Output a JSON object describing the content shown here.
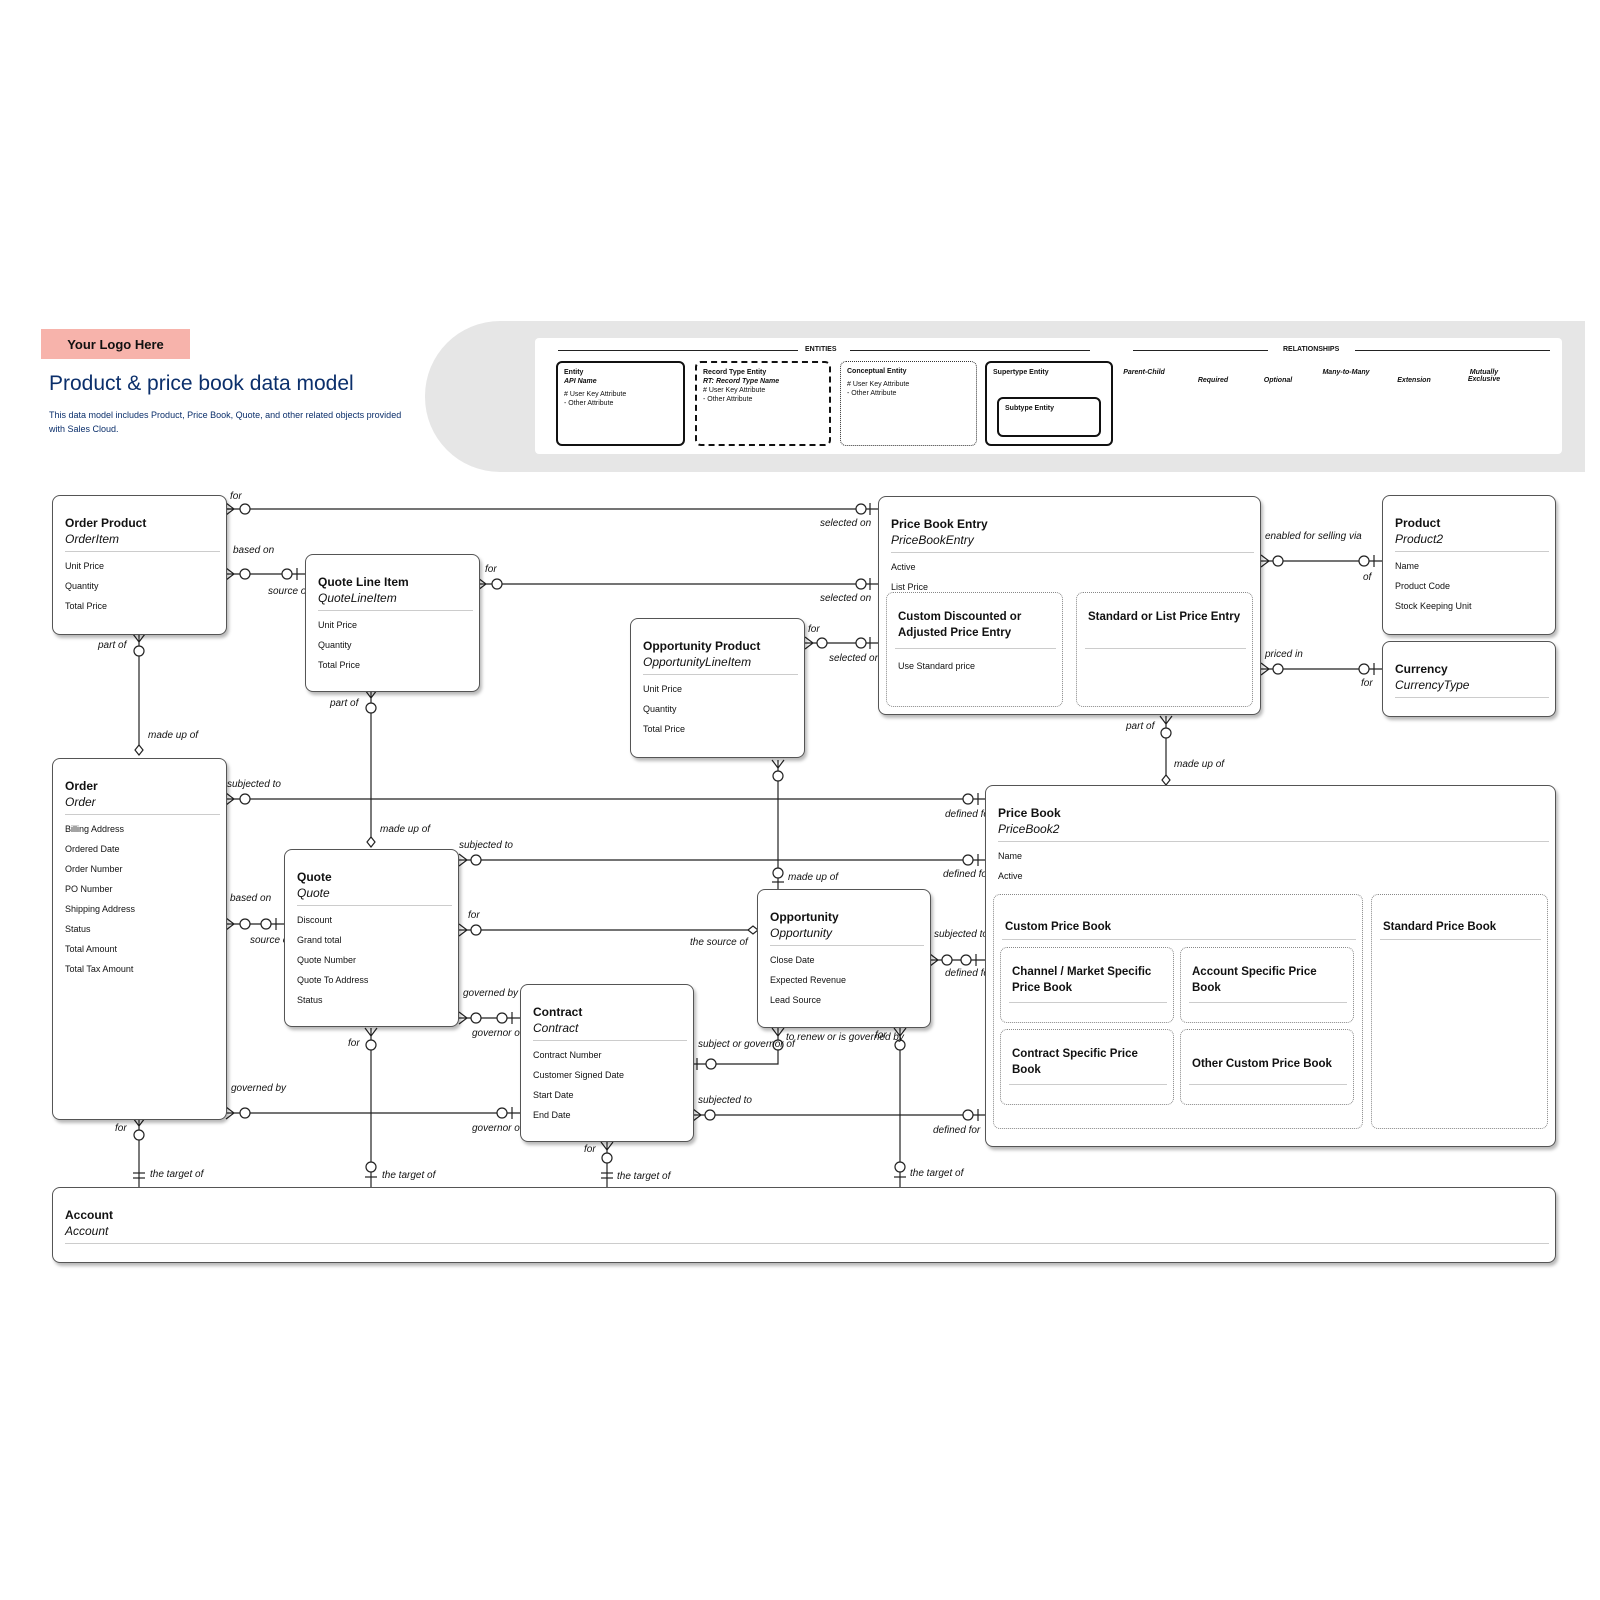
{
  "header": {
    "logo": "Your Logo Here",
    "title": "Product & price book data model",
    "subtitle": "This data model includes Product, Price Book, Quote, and other related objects provided with Sales Cloud."
  },
  "legend": {
    "entities_heading": "ENTITIES",
    "relationships_heading": "RELATIONSHIPS",
    "entity": {
      "name": "Entity",
      "api": "API Name",
      "key": "# User Key Attribute",
      "other": "- Other Attribute"
    },
    "record_type": {
      "name": "Record Type Entity",
      "api": "RT: Record Type Name",
      "key": "# User Key Attribute",
      "other": "- Other Attribute"
    },
    "conceptual": {
      "name": "Conceptual Entity",
      "key": "# User Key Attribute",
      "other": "- Other Attribute"
    },
    "supertype": {
      "name": "Supertype Entity",
      "subtype": "Subtype Entity"
    },
    "relationships": [
      "Parent-Child",
      "Required",
      "Optional",
      "Many-to-Many",
      "Extension",
      "Mutually Exclusive"
    ]
  },
  "entities": {
    "order_product": {
      "name": "Order Product",
      "api": "OrderItem",
      "attributes": [
        "Unit Price",
        "Quantity",
        "Total Price"
      ]
    },
    "quote_line_item": {
      "name": "Quote Line Item",
      "api": "QuoteLineItem",
      "attributes": [
        "Unit Price",
        "Quantity",
        "Total Price"
      ]
    },
    "opportunity_product": {
      "name": "Opportunity Product",
      "api": "OpportunityLineItem",
      "attributes": [
        "Unit Price",
        "Quantity",
        "Total Price"
      ]
    },
    "price_book_entry": {
      "name": "Price Book Entry",
      "api": "PriceBookEntry",
      "attributes": [
        "Active",
        "List Price"
      ]
    },
    "product": {
      "name": "Product",
      "api": "Product2",
      "attributes": [
        "Name",
        "Product Code",
        "Stock Keeping Unit"
      ]
    },
    "currency": {
      "name": "Currency",
      "api": "CurrencyType",
      "attributes": []
    },
    "order": {
      "name": "Order",
      "api": "Order",
      "attributes": [
        "Billing Address",
        "Ordered Date",
        "Order Number",
        "PO Number",
        "Shipping Address",
        "Status",
        "Total Amount",
        "Total Tax Amount"
      ]
    },
    "quote": {
      "name": "Quote",
      "api": "Quote",
      "attributes": [
        "Discount",
        "Grand total",
        "Quote Number",
        "Quote To Address",
        "Status"
      ]
    },
    "opportunity": {
      "name": "Opportunity",
      "api": "Opportunity",
      "attributes": [
        "Close Date",
        "Expected Revenue",
        "Lead Source"
      ]
    },
    "contract": {
      "name": "Contract",
      "api": "Contract",
      "attributes": [
        "Contract Number",
        "Customer Signed Date",
        "Start Date",
        "End Date"
      ]
    },
    "price_book": {
      "name": "Price Book",
      "api": "PriceBook2",
      "attributes": [
        "Name",
        "Active"
      ]
    },
    "account": {
      "name": "Account",
      "api": "Account",
      "attributes": []
    }
  },
  "subtypes": {
    "custom_discounted": {
      "name": "Custom Discounted or Adjusted Price Entry",
      "attribute": "Use Standard price"
    },
    "standard_list": {
      "name": "Standard or List Price Entry"
    },
    "custom_price_book": {
      "name": "Custom Price Book"
    },
    "standard_price_book": {
      "name": "Standard Price Book"
    },
    "channel_market": {
      "name": "Channel / Market Specific Price Book"
    },
    "account_specific": {
      "name": "Account Specific Price Book"
    },
    "contract_specific": {
      "name": "Contract Specific Price Book"
    },
    "other_custom": {
      "name": "Other Custom Price Book"
    }
  },
  "relationship_labels": [
    "for",
    "selected on",
    "based on",
    "source of",
    "for",
    "selected on",
    "part of",
    "made up of",
    "enabled for selling via",
    "of",
    "priced in",
    "for",
    "for",
    "selected on",
    "part of",
    "part of",
    "made up of",
    "subjected to",
    "defined for",
    "made up of",
    "subjected to",
    "defined for",
    "based on",
    "source of",
    "for",
    "the source of",
    "made up of",
    "subjected to",
    "defined for",
    "governed by",
    "governor of",
    "subject or governor of",
    "to renew or is governed by",
    "governed by",
    "governor of",
    "subjected to",
    "defined for",
    "for",
    "for",
    "for",
    "for",
    "the target of",
    "the target of",
    "the target of",
    "the target of"
  ]
}
